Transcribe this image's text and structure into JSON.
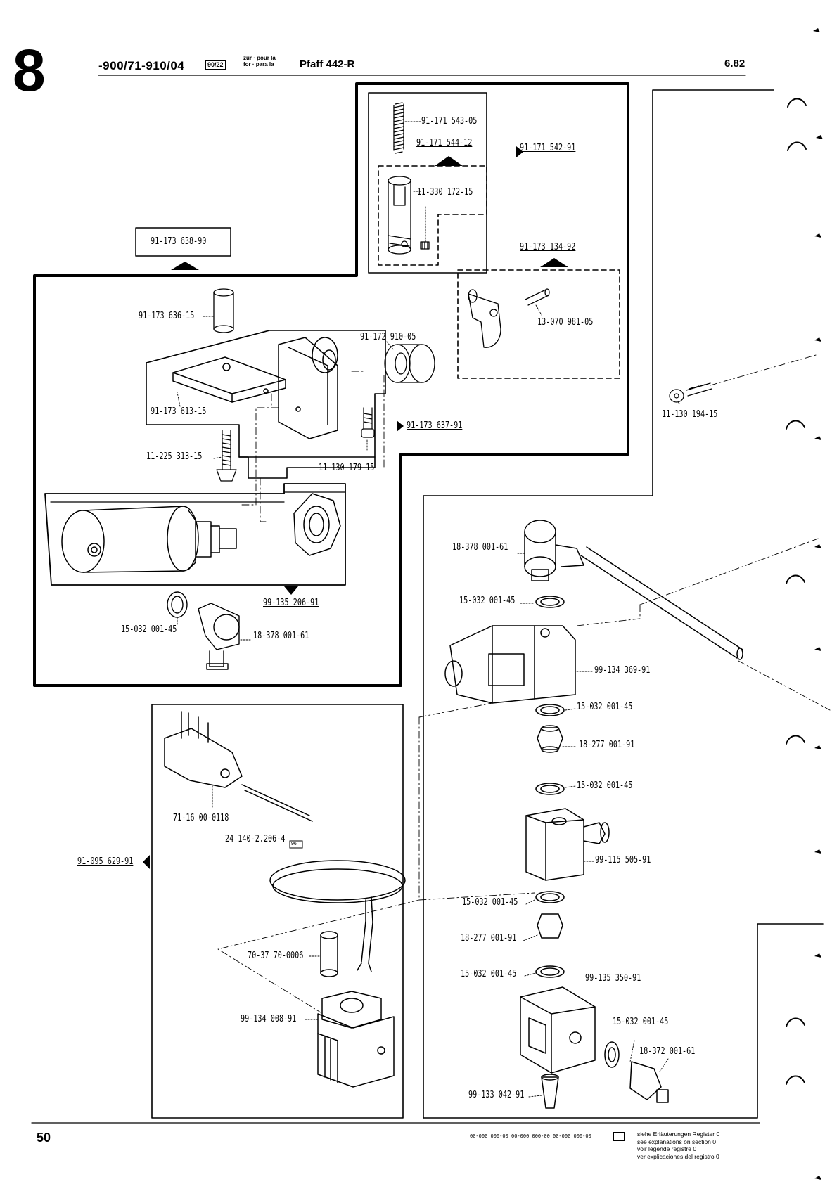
{
  "header": {
    "section_number": "8",
    "catalog_code": "-900/71-910/04",
    "catalog_box": "90/22",
    "zur_line": "zur · pour la\nfor · para la",
    "model": "Pfaff 442-R",
    "date": "6.82"
  },
  "parts": {
    "p_91_173_638_90": "91-173 638-90",
    "p_91_171_543_05": "91-171 543-05",
    "p_91_171_544_12": "91-171 544-12",
    "p_91_171_542_91": "91-171 542-91",
    "p_11_330_172_15": "11-330 172-15",
    "p_91_173_134_92": "91-173 134-92",
    "p_13_070_981_05": "13-070 981-05",
    "p_91_173_636_15": "91-173 636-15",
    "p_91_172_910_05": "91-172 910-05",
    "p_91_173_613_15": "91-173 613-15",
    "p_91_173_637_91": "91-173 637-91",
    "p_11_225_313_15": "11-225 313-15",
    "p_11_130_179_15": "11-130 179-15",
    "p_11_130_194_15": "11-130 194-15",
    "p_99_135_206_91": "99-135 206-91",
    "p_15_032_001_45_a": "15-032 001-45",
    "p_18_378_001_61_a": "18-378 001-61",
    "p_18_378_001_61_b": "18-378 001-61",
    "p_15_032_001_45_b": "15-032 001-45",
    "p_99_134_369_91": "99-134 369-91",
    "p_15_032_001_45_c": "15-032 001-45",
    "p_18_277_001_91_a": "18-277 001-91",
    "p_15_032_001_45_d": "15-032 001-45",
    "p_99_115_505_91": "99-115 505-91",
    "p_15_032_001_45_e": "15-032 001-45",
    "p_18_277_001_91_b": "18-277 001-91",
    "p_15_032_001_45_f": "15-032 001-45",
    "p_99_135_350_91": "99-135 350-91",
    "p_15_032_001_45_g": "15-032 001-45",
    "p_18_372_001_61": "18-372 001-61",
    "p_99_133_042_91": "99-133 042-91",
    "p_71_16_00_0118": "71-16 00-0118",
    "p_24_140_2_206_4": "24 140-2.206-4",
    "p_24_box": "96",
    "p_91_095_629_91": "91-095 629-91",
    "p_70_37_70_0006": "70-37 70-0006",
    "p_99_134_008_91": "99-134 008-91"
  },
  "footer": {
    "page_number": "50",
    "legend_codes": "00-000 000-00   00-000 000-00   00-000 000-00",
    "legend_text": "siehe Erläuterungen Register 0\nsee explanations on section 0\nvoir légende registre 0\nver explicaciones del registro 0"
  }
}
